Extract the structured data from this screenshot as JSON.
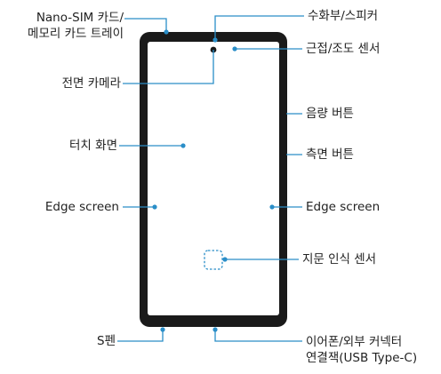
{
  "labels": {
    "sim_tray_line1": "Nano-SIM 카드/",
    "sim_tray_line2": "메모리 카드 트레이",
    "front_camera": "전면 카메라",
    "touch_screen": "터치 화면",
    "edge_left": "Edge screen",
    "s_pen": "S펜",
    "receiver_speaker": "수화부/스피커",
    "proximity_sensor": "근접/조도 센서",
    "volume_button": "음량 버튼",
    "side_button": "측면 버튼",
    "edge_right": "Edge screen",
    "fingerprint_sensor": "지문 인식 센서",
    "earphone_line1": "이어폰/외부 커넥터",
    "earphone_line2": "연결잭(USB Type-C)"
  },
  "colors": {
    "accent": "#2a8ec8",
    "device_frame": "#1a1a1a",
    "text": "#222222"
  }
}
